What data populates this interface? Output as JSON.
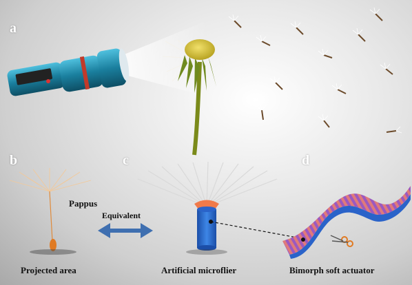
{
  "panels": {
    "a": "a",
    "b": "b",
    "c": "c",
    "d": "d"
  },
  "labels": {
    "pappus": "Pappus",
    "equivalent": "Equivalent",
    "projected_area": "Projected area",
    "artificial_microflier": "Artificial microflier",
    "bimorph_soft_actuator": "Bimorph soft actuator"
  },
  "colors": {
    "flashlight": "#1f8fb0",
    "dandelion_head": "#d9c63a",
    "stem": "#7a8a1a",
    "microflier": "#2a63c9",
    "actuator_stripe_a": "#9b59c0",
    "actuator_stripe_b": "#e07a7a",
    "arrow": "#3f6fb0"
  }
}
